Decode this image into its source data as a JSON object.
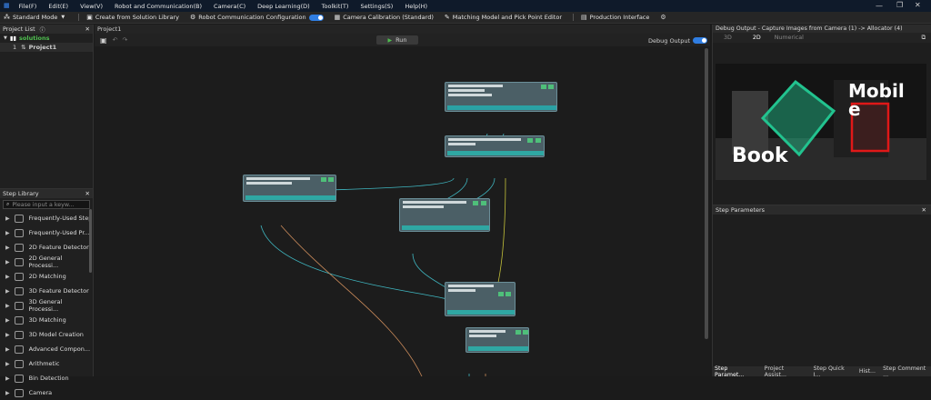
{
  "menu": [
    "File(F)",
    "Edit(E)",
    "View(V)",
    "Robot and Communication(B)",
    "Camera(C)",
    "Deep Learning(D)",
    "Toolkit(T)",
    "Settings(S)",
    "Help(H)"
  ],
  "toolbar": {
    "mode": "Standard Mode",
    "create_solution": "Create from Solution Library",
    "robot_comm": "Robot Communication Configuration",
    "camera_calib": "Camera Calibration (Standard)",
    "matching_editor": "Matching Model and Pick Point Editor",
    "production": "Production Interface"
  },
  "project_list": {
    "title": "Project List",
    "solution": "solutions",
    "project_num": "1",
    "project": "Project1"
  },
  "step_library": {
    "title": "Step Library",
    "search_placeholder": "Please input a keyw...",
    "items": [
      "Frequently-Used Step",
      "Frequently-Used Pr...",
      "2D Feature Detector",
      "2D General Processi...",
      "2D Matching",
      "3D Feature Detector",
      "3D General Processi...",
      "3D Matching",
      "3D Model Creation",
      "Advanced Compon...",
      "Arithmetic",
      "Bin Detection",
      "Camera"
    ]
  },
  "canvas": {
    "tab": "Project1",
    "run_label": "Run",
    "debug_output_label": "Debug Output"
  },
  "debug_panel": {
    "title": "Debug Output - Capture Images from Camera (1) -> Allocator (4)",
    "tabs": [
      "3D",
      "2D",
      "Numerical"
    ],
    "label_mobile_line1": "Mobil",
    "label_mobile_line2": "e",
    "label_book": "Book"
  },
  "step_params": {
    "title": "Step Parameters"
  },
  "bottom_tabs": [
    "Step Paramet...",
    "Project Assist...",
    "Step Quick I...",
    "Hist...",
    "Step Comment ..."
  ],
  "colors": {
    "accent": "#2f7de1",
    "node": "#4b5f66",
    "node_green": "#4fbf7a",
    "book_box": "#22c38f",
    "mobile_box": "#e01818"
  }
}
